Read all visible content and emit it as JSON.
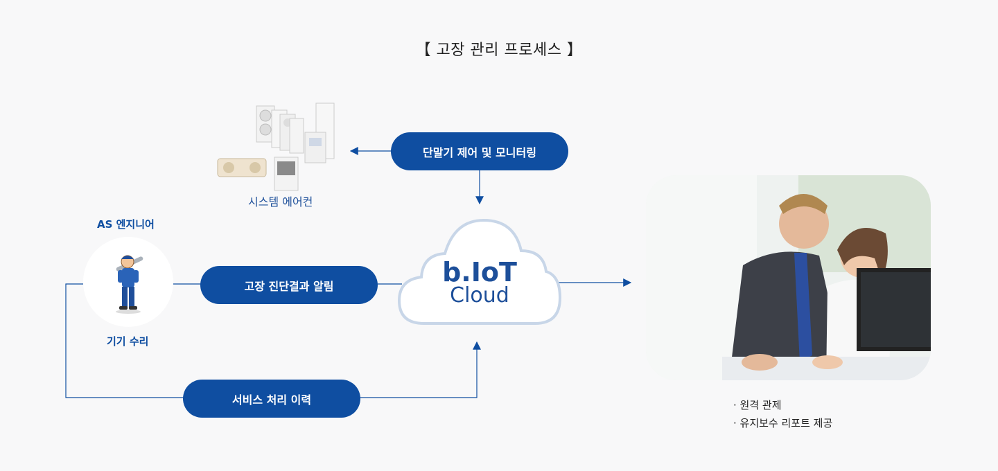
{
  "title": "【 고장 관리 프로세스 】",
  "system_label": "시스템 에어컨",
  "engineer_top_label": "AS 엔지니어",
  "engineer_bottom_label": "기기 수리",
  "pills": {
    "monitoring": "단말기 제어 및 모니터링",
    "diagnosis": "고장 진단결과 알림",
    "history": "서비스 처리 이력"
  },
  "cloud": {
    "line1": "b.IoT",
    "line2": "Cloud"
  },
  "bullets": [
    "· 원격 관제",
    "· 유지보수 리포트 제공"
  ],
  "colors": {
    "primary": "#0f4ea1",
    "cloud_border": "#c8d6e8"
  }
}
